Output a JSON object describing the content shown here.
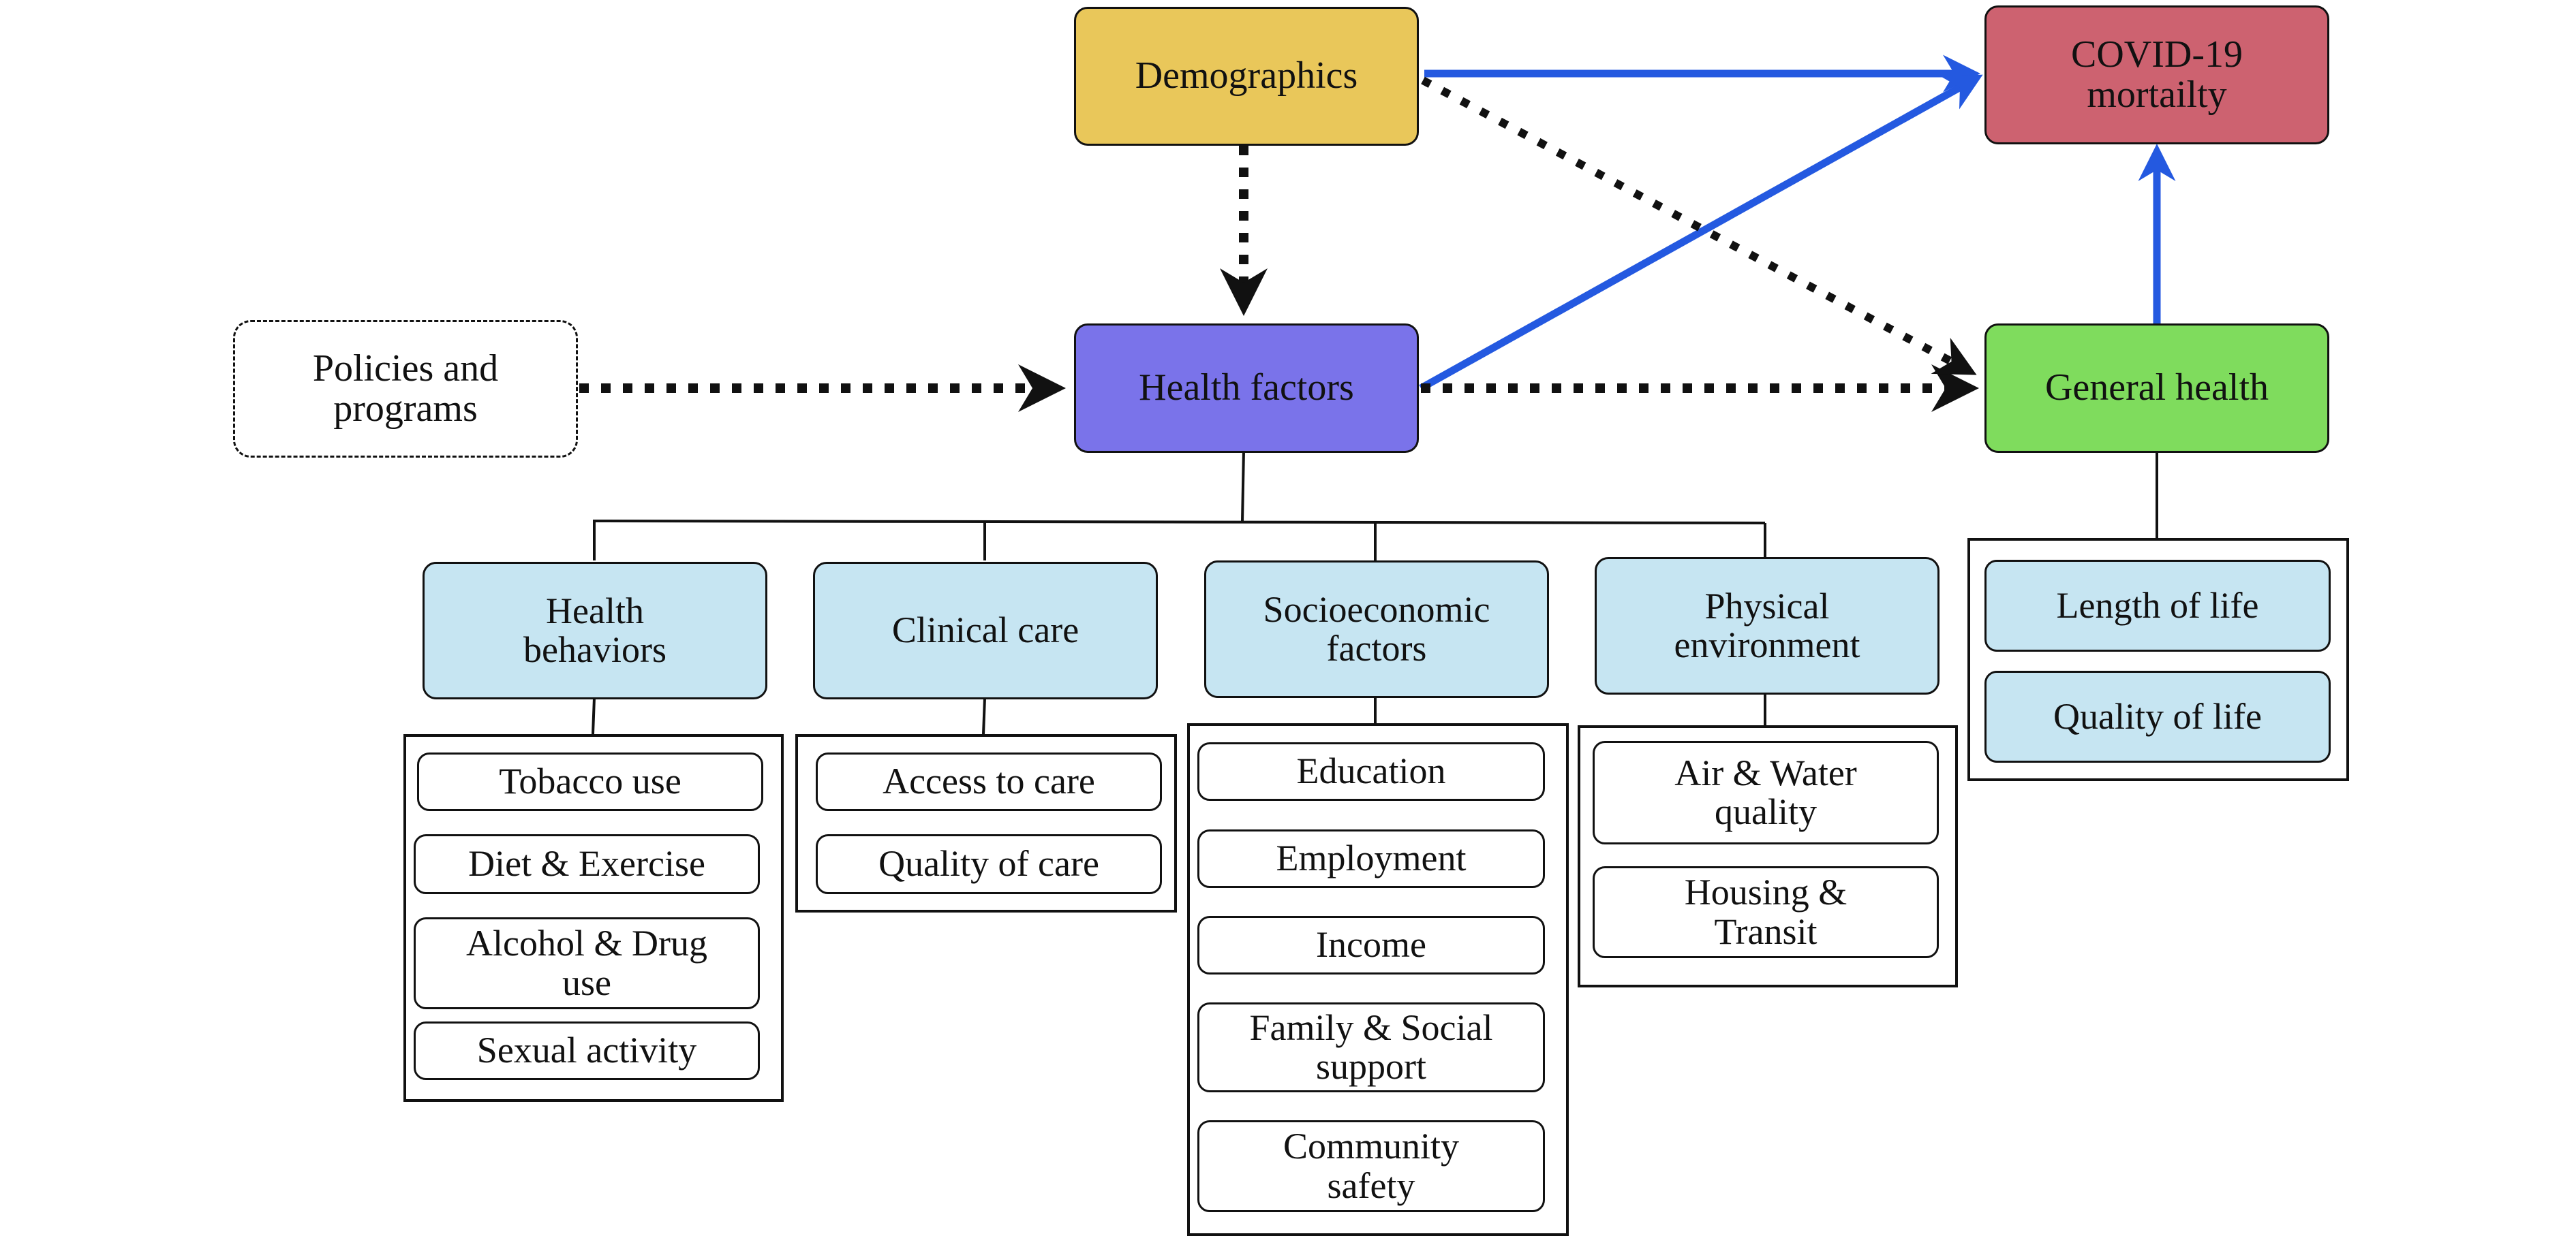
{
  "nodes": {
    "demographics": "Demographics",
    "covid_mortality": "COVID-19\nmortailty",
    "policies": "Policies and\nprograms",
    "health_factors": "Health factors",
    "general_health": "General health",
    "health_behaviors": "Health\nbehaviors",
    "clinical_care": "Clinical care",
    "socioeconomic": "Socioeconomic\nfactors",
    "physical_env": "Physical\nenvironment"
  },
  "health_behaviors_items": [
    "Tobacco use",
    "Diet & Exercise",
    "Alcohol & Drug\nuse",
    "Sexual activity"
  ],
  "clinical_care_items": [
    "Access to care",
    "Quality of care"
  ],
  "socioeconomic_items": [
    "Education",
    "Employment",
    "Income",
    "Family & Social\nsupport",
    "Community\nsafety"
  ],
  "physical_env_items": [
    "Air & Water\nquality",
    "Housing &\nTransit"
  ],
  "general_health_items": [
    "Length of life",
    "Quality of life"
  ],
  "colors": {
    "demographics": "#e9c75a",
    "covid_mortality": "#cd6270",
    "health_factors": "#7a73ea",
    "general_health": "#7fdc5d",
    "sub_factor": "#c6e5f2",
    "arrow_blue": "#2459e0"
  }
}
